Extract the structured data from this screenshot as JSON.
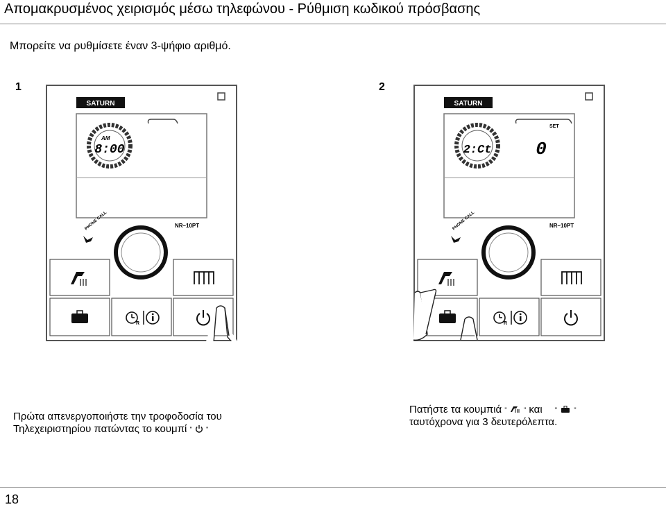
{
  "header": {
    "title": "Απομακρυσμένος χειρισμός μέσω τηλεφώνου - Ρύθμιση κωδικού πρόσβασης",
    "subtitle": "Μπορείτε να ρυθμίσετε έναν 3-ψήφιο αριθμό."
  },
  "steps": [
    {
      "number": "1",
      "device": {
        "brand": "SATURN",
        "model": "NR–10PT",
        "display_time_label": "AM",
        "display_time": "8:00",
        "phone_call_label": "PHONE CALL"
      },
      "caption_line1": "Πρώτα απενεργοποιήστε την τροφοδοσία του",
      "caption_line2": "Τηλεχειριστηρίου πατώντας το κουμπί",
      "caption_icon": "power-icon"
    },
    {
      "number": "2",
      "device": {
        "brand": "SATURN",
        "model": "NR–10PT",
        "display_code": "2:Ct",
        "display_value": "0",
        "set_label": "SET",
        "phone_call_label": "PHONE CALL"
      },
      "caption_line1": "Πατήστε τα κουμπιά",
      "caption_and": "και",
      "caption_line2": "ταυτόχρονα για 3 δευτερόλεπτα.",
      "caption_icons": [
        "shower-icon",
        "suitcase-icon"
      ]
    }
  ],
  "footer": {
    "page_number": "18"
  }
}
